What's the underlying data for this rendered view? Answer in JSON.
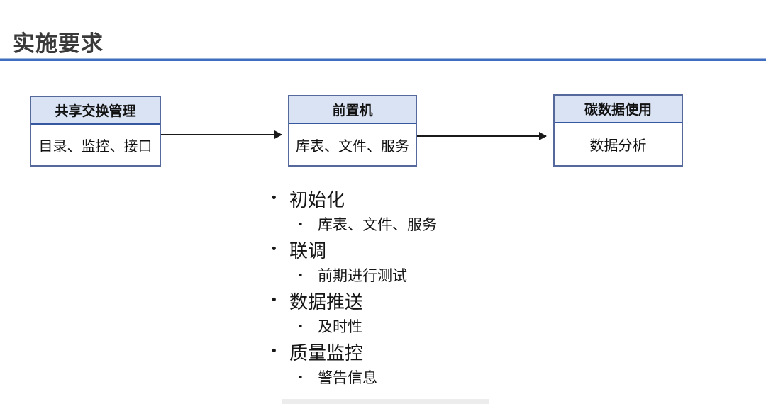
{
  "slide": {
    "title": "实施要求",
    "accent_color": "#3f6ec1"
  },
  "flow": {
    "header_fill": "#dae3f3",
    "border_color": "#55699c",
    "nodes": [
      {
        "header": "共享交换管理",
        "body": "目录、监控、接口"
      },
      {
        "header": "前置机",
        "body": "库表、文件、服务"
      },
      {
        "header": "碳数据使用",
        "body": "数据分析"
      }
    ]
  },
  "bullets": {
    "marker": "•",
    "items": [
      {
        "level": 1,
        "text": "初始化"
      },
      {
        "level": 2,
        "text": "库表、文件、服务"
      },
      {
        "level": 1,
        "text": "联调"
      },
      {
        "level": 2,
        "text": "前期进行测试"
      },
      {
        "level": 1,
        "text": "数据推送"
      },
      {
        "level": 2,
        "text": "及时性"
      },
      {
        "level": 1,
        "text": "质量监控"
      },
      {
        "level": 2,
        "text": "警告信息"
      }
    ]
  }
}
